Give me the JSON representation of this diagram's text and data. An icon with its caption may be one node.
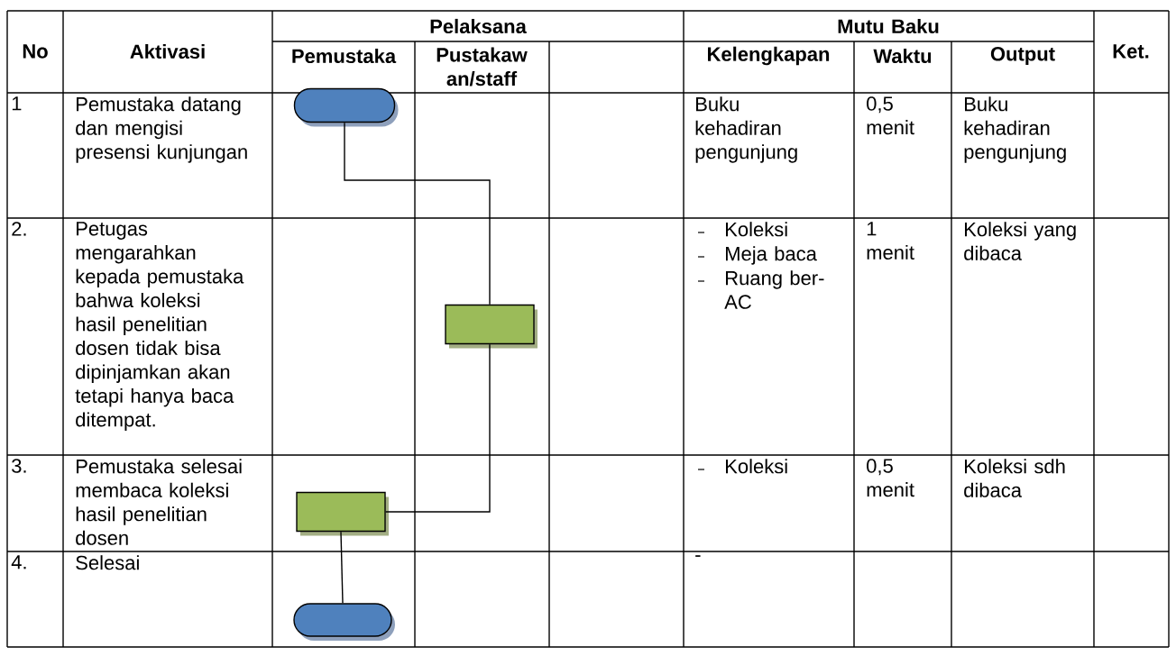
{
  "diagram": {
    "nodes": [
      {
        "text": [],
        "shape": "terminator"
      },
      {
        "text": [],
        "shape": "box"
      },
      {
        "text": [],
        "shape": "box"
      },
      {
        "text": [],
        "shape": "terminator"
      }
    ],
    "edges": [
      {
        "from": 0,
        "to": 1,
        "arrow": "none"
      },
      {
        "from": 1,
        "to": 2,
        "arrow": "none"
      },
      {
        "from": 2,
        "to": 3,
        "arrow": "none"
      }
    ],
    "labels": [
      "No",
      "Aktivasi",
      "Pelaksana",
      "Mutu Baku",
      "Pemustaka",
      "Pustakaw an/staff",
      "Kelengkapan",
      "Waktu",
      "Output",
      "Ket.",
      "1",
      "Pemustaka datang dan mengisi presensi kunjungan",
      "Buku kehadiran pengunjung",
      "0,5 menit",
      "Buku kehadiran pengunjung",
      "2.",
      "Petugas mengarahkan kepada pemustaka bahwa koleksi hasil penelitian dosen tidak bisa dipinjamkan akan tetapi hanya baca ditempat.",
      "Koleksi",
      "Meja baca",
      "Ruang ber-AC",
      "1 menit",
      "Koleksi yang dibaca",
      "3.",
      "Pemustaka selesai membaca koleksi hasil penelitian dosen",
      "Koleksi",
      "0,5 menit",
      "Koleksi sdh dibaca",
      "4.",
      "Selesai",
      "-"
    ]
  }
}
